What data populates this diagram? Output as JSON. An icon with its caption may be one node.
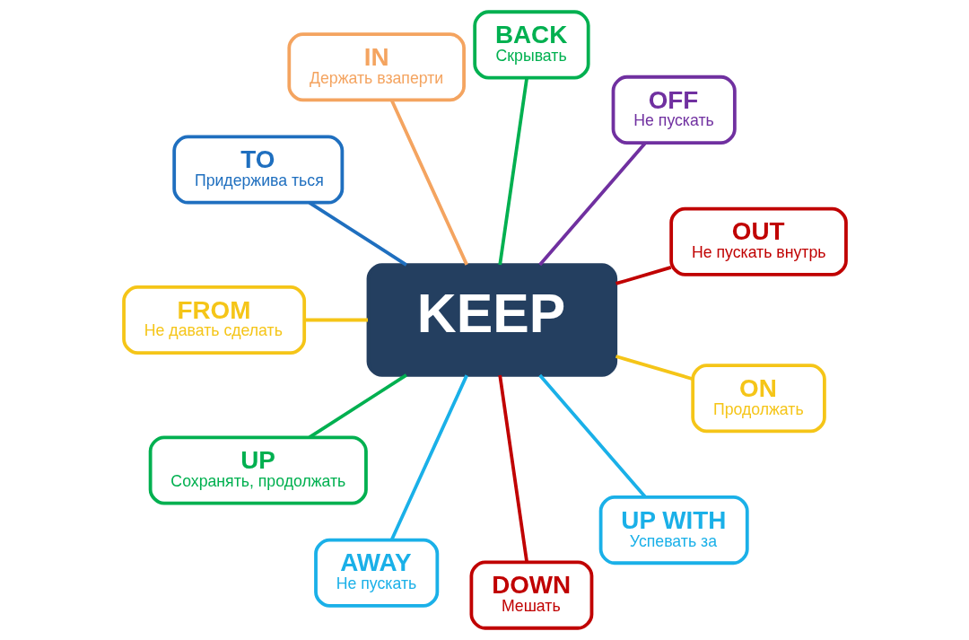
{
  "diagram": {
    "nodes": [
      {
        "text": [
          "OUT",
          "Не пускать внутрь"
        ]
      },
      {
        "text": [
          "OFF",
          "Не пускать"
        ]
      },
      {
        "text": [
          "BACK",
          "Скрывать"
        ]
      },
      {
        "text": [
          "IN",
          "Держать взаперти"
        ]
      },
      {
        "text": [
          "TO",
          "Придержива ться"
        ]
      },
      {
        "text": [
          "FROM",
          "Не давать сделать"
        ]
      },
      {
        "text": [
          "KEEP"
        ]
      },
      {
        "text": [
          "UP",
          "Сохранять, продолжать"
        ]
      },
      {
        "text": [
          "AWAY",
          "Не пускать"
        ]
      },
      {
        "text": [
          "DOWN",
          "Мешать"
        ]
      },
      {
        "text": [
          "UP WITH",
          "Успевать за"
        ]
      },
      {
        "text": [
          "ON",
          "Продолжать"
        ]
      }
    ],
    "edges": [
      {
        "from": 0,
        "to": 6,
        "arrow": "none",
        "color": "#c00000"
      },
      {
        "from": 1,
        "to": 6,
        "arrow": "none",
        "color": "#7030a0"
      },
      {
        "from": 2,
        "to": 6,
        "arrow": "none",
        "color": "#00b050"
      },
      {
        "from": 3,
        "to": 6,
        "arrow": "none",
        "color": "#f4a460"
      },
      {
        "from": 4,
        "to": 6,
        "arrow": "none",
        "color": "#1f6fbf"
      },
      {
        "from": 5,
        "to": 6,
        "arrow": "none",
        "color": "#f5c518"
      },
      {
        "from": 7,
        "to": 6,
        "arrow": "none",
        "color": "#00b050"
      },
      {
        "from": 8,
        "to": 6,
        "arrow": "none",
        "color": "#1ab0e8"
      },
      {
        "from": 9,
        "to": 6,
        "arrow": "none",
        "color": "#c00000"
      },
      {
        "from": 10,
        "to": 6,
        "arrow": "none",
        "color": "#1ab0e8"
      },
      {
        "from": 11,
        "to": 6,
        "arrow": "none",
        "color": "#f5c518"
      }
    ]
  }
}
